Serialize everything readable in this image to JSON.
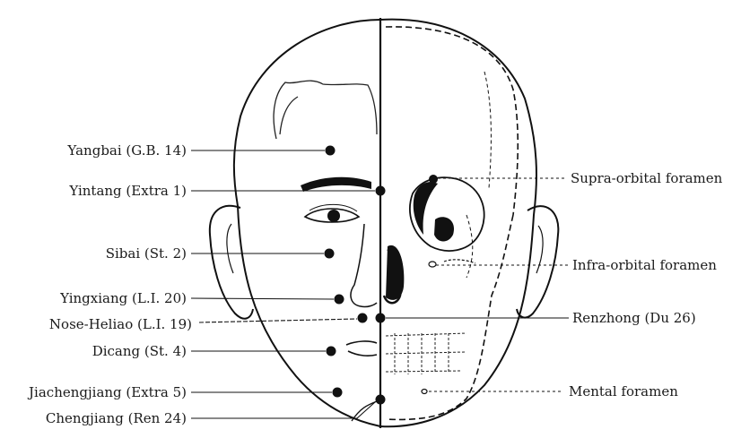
{
  "left_labels": [
    {
      "id": "yangbai",
      "text": "Yangbai (G.B. 14)"
    },
    {
      "id": "yintang",
      "text": "Yintang (Extra 1)"
    },
    {
      "id": "sibai",
      "text": "Sibai (St. 2)"
    },
    {
      "id": "yingxiang",
      "text": "Yingxiang (L.I. 20)"
    },
    {
      "id": "nose-heliao",
      "text": "Nose-Heliao (L.I. 19)"
    },
    {
      "id": "dicang",
      "text": "Dicang (St. 4)"
    },
    {
      "id": "jiachengjiang",
      "text": "Jiachengjiang (Extra 5)"
    },
    {
      "id": "chengjiang",
      "text": "Chengjiang (Ren 24)"
    }
  ],
  "right_labels": [
    {
      "id": "supra-orbital-foramen",
      "text": "Supra-orbital foramen"
    },
    {
      "id": "infra-orbital-foramen",
      "text": "Infra-orbital foramen"
    },
    {
      "id": "renzhong",
      "text": "Renzhong (Du 26)"
    },
    {
      "id": "mental-foramen",
      "text": "Mental foramen"
    }
  ]
}
